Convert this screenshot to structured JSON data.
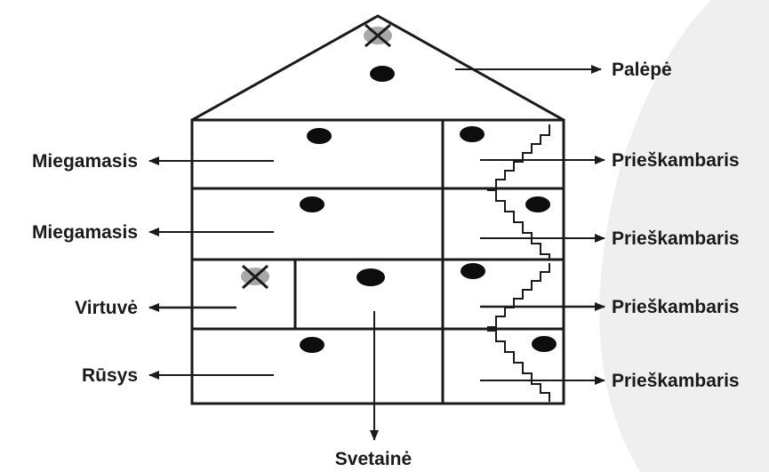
{
  "diagram": {
    "colors": {
      "line": "#1a1a1a",
      "dot": "#0d0d0d",
      "cross_fill": "#a8a8a8",
      "background_shape": "#efefef"
    },
    "labels": {
      "attic": "Palėpė",
      "bedroom_top": "Miegamasis",
      "bedroom_second": "Miegamasis",
      "kitchen": "Virtuvė",
      "basement": "Rūsys",
      "hallway_1": "Prieškambaris",
      "hallway_2": "Prieškambaris",
      "hallway_3": "Prieškambaris",
      "hallway_4": "Prieškambaris",
      "living_room": "Svetainė"
    },
    "icons": {
      "cross_marker": "x-mark-icon",
      "dot_marker": "dot-icon"
    }
  }
}
